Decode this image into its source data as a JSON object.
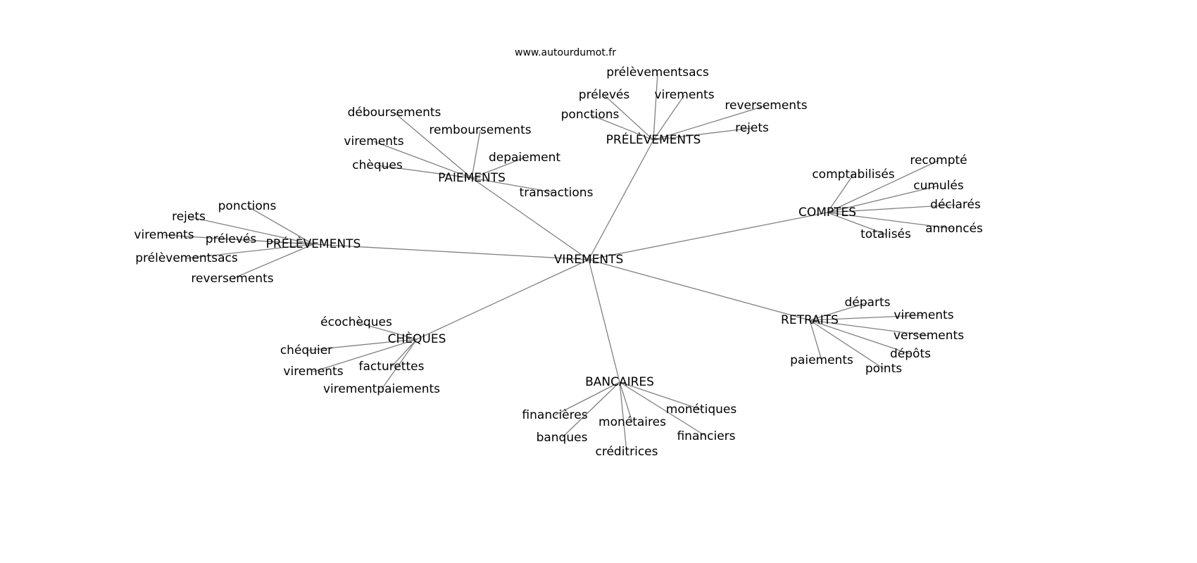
{
  "site": {
    "title": "www.autourdumot.fr"
  },
  "graph": {
    "center": {
      "label": "VIREMENTS"
    },
    "edge_color": "#808080",
    "clusters": [
      {
        "label": "PAIEMENTS",
        "children": [
          "déboursements",
          "remboursements",
          "virements",
          "chèques",
          "depaiement",
          "transactions"
        ]
      },
      {
        "label": "PRÉLÈVEMENTS",
        "children": [
          "prélèvementsacs",
          "prélevés",
          "virements",
          "reversements",
          "ponctions",
          "rejets"
        ]
      },
      {
        "label": "COMPTES",
        "children": [
          "comptabilisés",
          "recompté",
          "cumulés",
          "déclarés",
          "totalisés",
          "annoncés"
        ]
      },
      {
        "label": "PRÉLÈVEMENTS",
        "children": [
          "ponctions",
          "rejets",
          "virements",
          "prélevés",
          "prélèvementsacs",
          "reversements"
        ]
      },
      {
        "label": "CHÈQUES",
        "children": [
          "écochèques",
          "chéquier",
          "virements",
          "facturettes",
          "virementpaiements"
        ]
      },
      {
        "label": "BANCAIRES",
        "children": [
          "financières",
          "banques",
          "monétaires",
          "créditrices",
          "financiers",
          "monétiques"
        ]
      },
      {
        "label": "RETRAITS",
        "children": [
          "départs",
          "virements",
          "versements",
          "dépôts",
          "paiements",
          "points"
        ]
      }
    ]
  }
}
